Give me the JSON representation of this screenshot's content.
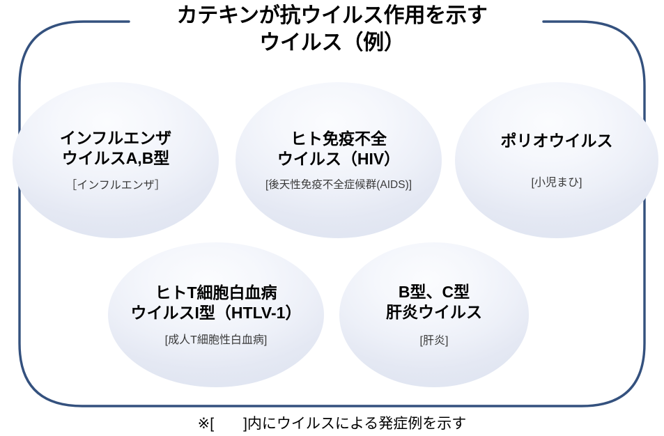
{
  "title": {
    "line1": "カテキンが抗ウイルス作用を示す",
    "line2": "ウイルス（例）"
  },
  "colors": {
    "frame_border": "#34517e",
    "bubble_fill_light": "#fbfcfe",
    "bubble_fill_dark": "#e1e6f2",
    "title_text": "#000000",
    "caption_text": "#3a3a3a"
  },
  "bubbles": [
    {
      "id": "influenza",
      "name_line1": "インフルエンザ",
      "name_line2": "ウイルスA,B型",
      "caption": "［インフルエンザ］"
    },
    {
      "id": "hiv",
      "name_line1": "ヒト免疫不全",
      "name_line2": "ウイルス（HIV）",
      "caption": "[後天性免疫不全症候群(AIDS)]"
    },
    {
      "id": "polio",
      "name_line1": "ポリオウイルス",
      "name_line2": "",
      "caption": "[小児まひ]"
    },
    {
      "id": "htlv",
      "name_line1": "ヒトT細胞白血病",
      "name_line2": "ウイルスI型（HTLV-1）",
      "caption": "[成人T細胞性白血病]"
    },
    {
      "id": "hepatitis",
      "name_line1": "B型、C型",
      "name_line2": "肝炎ウイルス",
      "caption": "[肝炎]"
    }
  ],
  "footnote": "※[　　]内にウイルスによる発症例を示す"
}
